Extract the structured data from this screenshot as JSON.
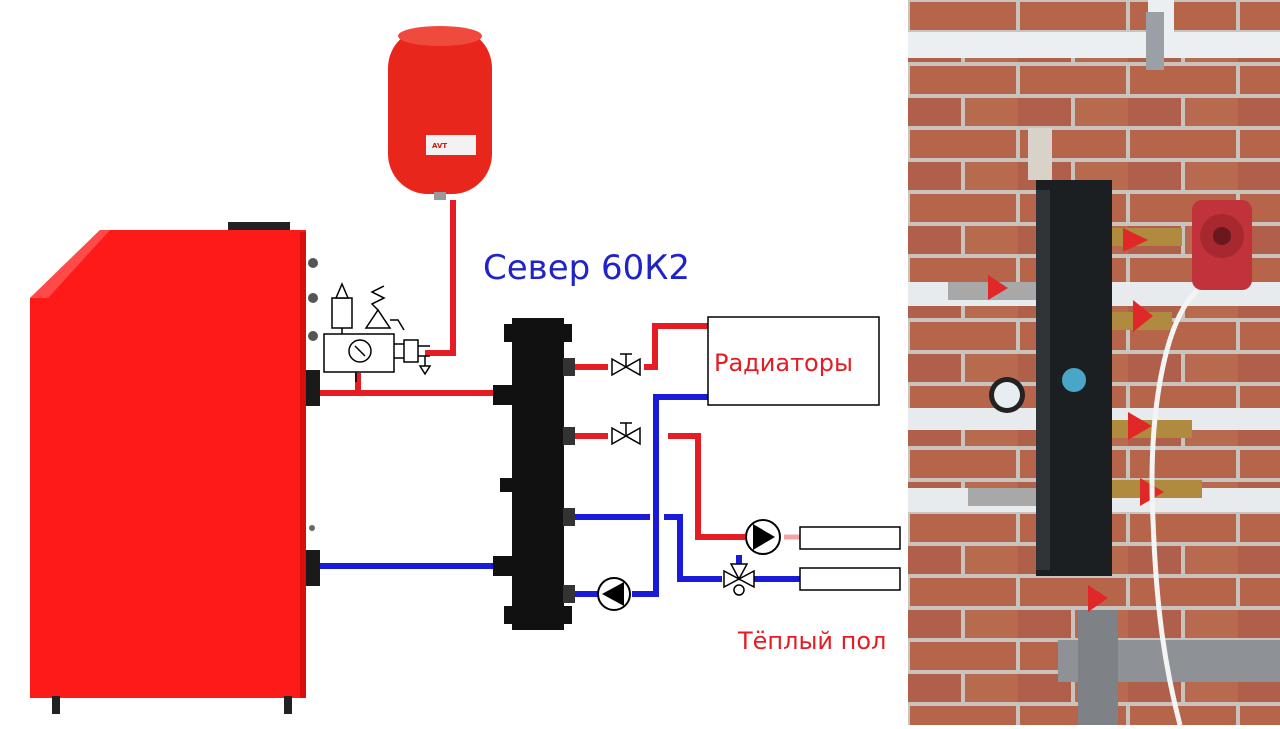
{
  "diagram": {
    "title": "Север 60К2",
    "radiators_label": "Радиаторы",
    "underfloor_label": "Тёплый пол",
    "tank_brand": "AVT"
  },
  "colors": {
    "supply": "#e51c23",
    "return": "#1a1ad9",
    "boiler": "#ff1a1a",
    "collector": "#111111",
    "title": "#1f23c8"
  },
  "icons": [
    "expansion-tank-icon",
    "safety-valve-icon",
    "pressure-gauge-icon",
    "pump-icon",
    "three-way-valve-icon",
    "ball-valve-icon"
  ]
}
